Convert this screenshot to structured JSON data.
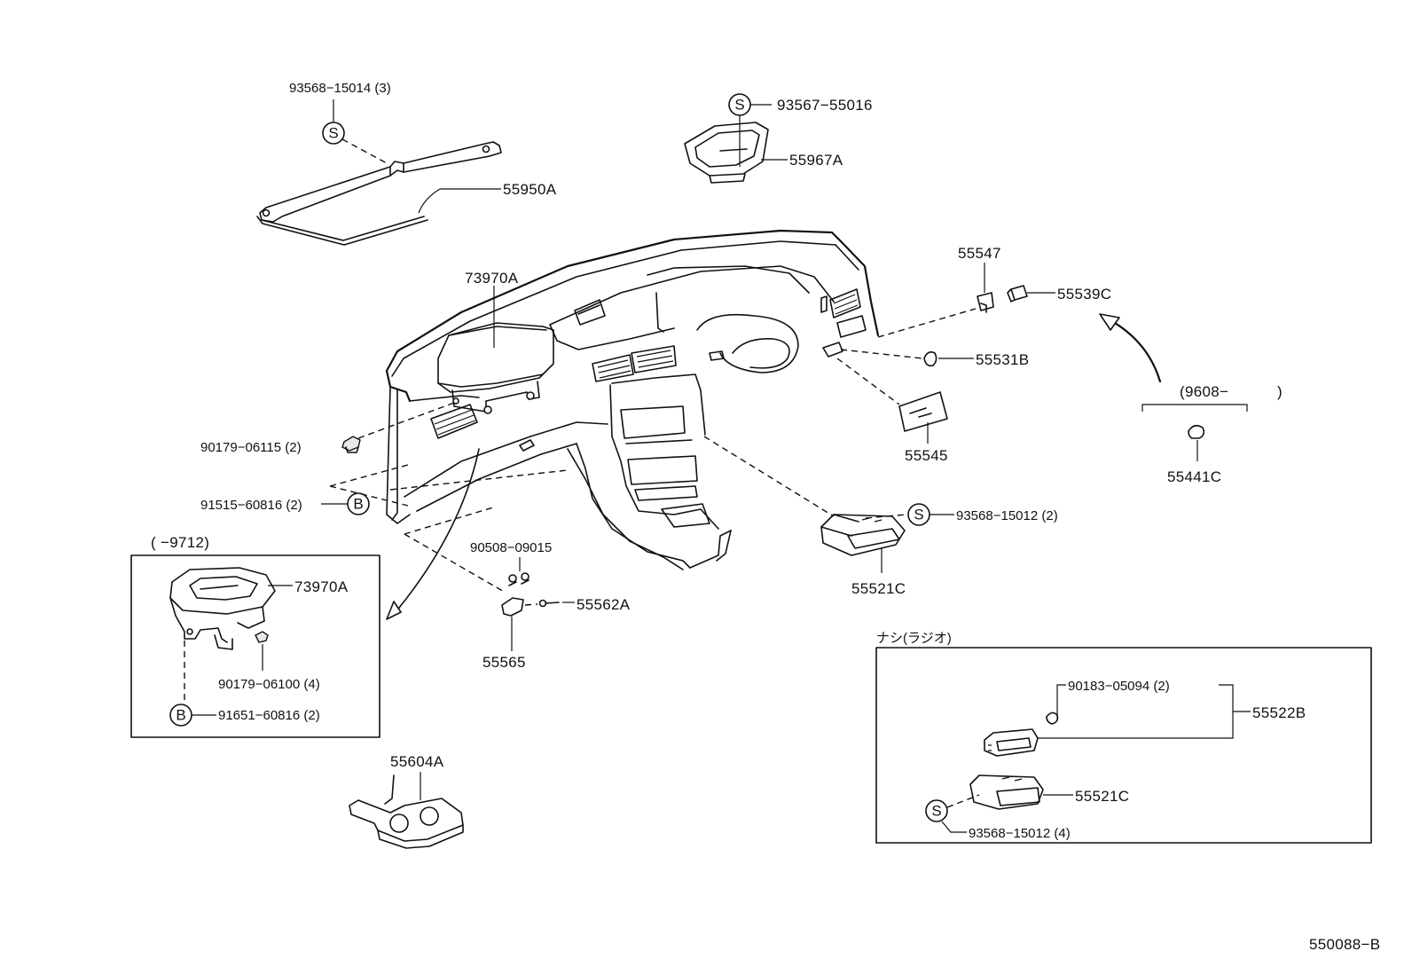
{
  "callouts": {
    "p93568_15014": "93568−15014 (3)",
    "p93567_55016": "93567−55016",
    "p55967A": "55967A",
    "p55950A": "55950A",
    "p73970A_main": "73970A",
    "p55547": "55547",
    "p55539C": "55539C",
    "p55531B": "55531B",
    "p55545": "55545",
    "range_9608": "(9608−",
    "range_9608_close": ")",
    "p55441C": "55441C",
    "p90179_06115": "90179−06115 (2)",
    "p91515_60816": "91515−60816 (2)",
    "range_9712": "(        −9712)",
    "p73970A_inset": "73970A",
    "p90179_06100": "90179−06100 (4)",
    "p91651_60816": "91651−60816 (2)",
    "p90508_09015": "90508−09015",
    "p55562A": "55562A",
    "p55565": "55565",
    "p93568_15012_2": "93568−15012 (2)",
    "p55521C_main": "55521C",
    "nashi_radio": "ナシ(ラジオ)",
    "p90183_05094": "90183−05094 (2)",
    "p55522B": "55522B",
    "p55521C_inset": "55521C",
    "p93568_15012_4": "93568−15012 (4)",
    "p55604A": "55604A",
    "doc_code": "550088−B"
  },
  "symbols": {
    "s": "S",
    "b": "B"
  }
}
